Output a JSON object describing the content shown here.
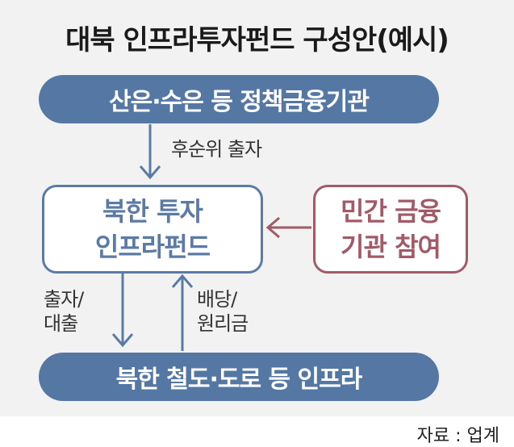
{
  "title": "대북 인프라투자펀드 구성안(예시)",
  "top_bar": "산은·수은 등 정책금융기관",
  "fund_box": {
    "line1": "북한 투자",
    "line2": "인프라펀드"
  },
  "private_box": {
    "line1": "민간 금융",
    "line2": "기관 참여"
  },
  "bottom_bar": "북한 철도·도로 등 인프라",
  "labels": {
    "subordinated": "후순위 출자",
    "invest_line1": "출자/",
    "invest_line2": "대출",
    "dividend_line1": "배당/",
    "dividend_line2": "원리금"
  },
  "source": "자료 : 업계",
  "colors": {
    "blue": "#5577a3",
    "red": "#a25a68",
    "arrow": "#5b7ba6",
    "arrow_red": "#a25a68"
  }
}
